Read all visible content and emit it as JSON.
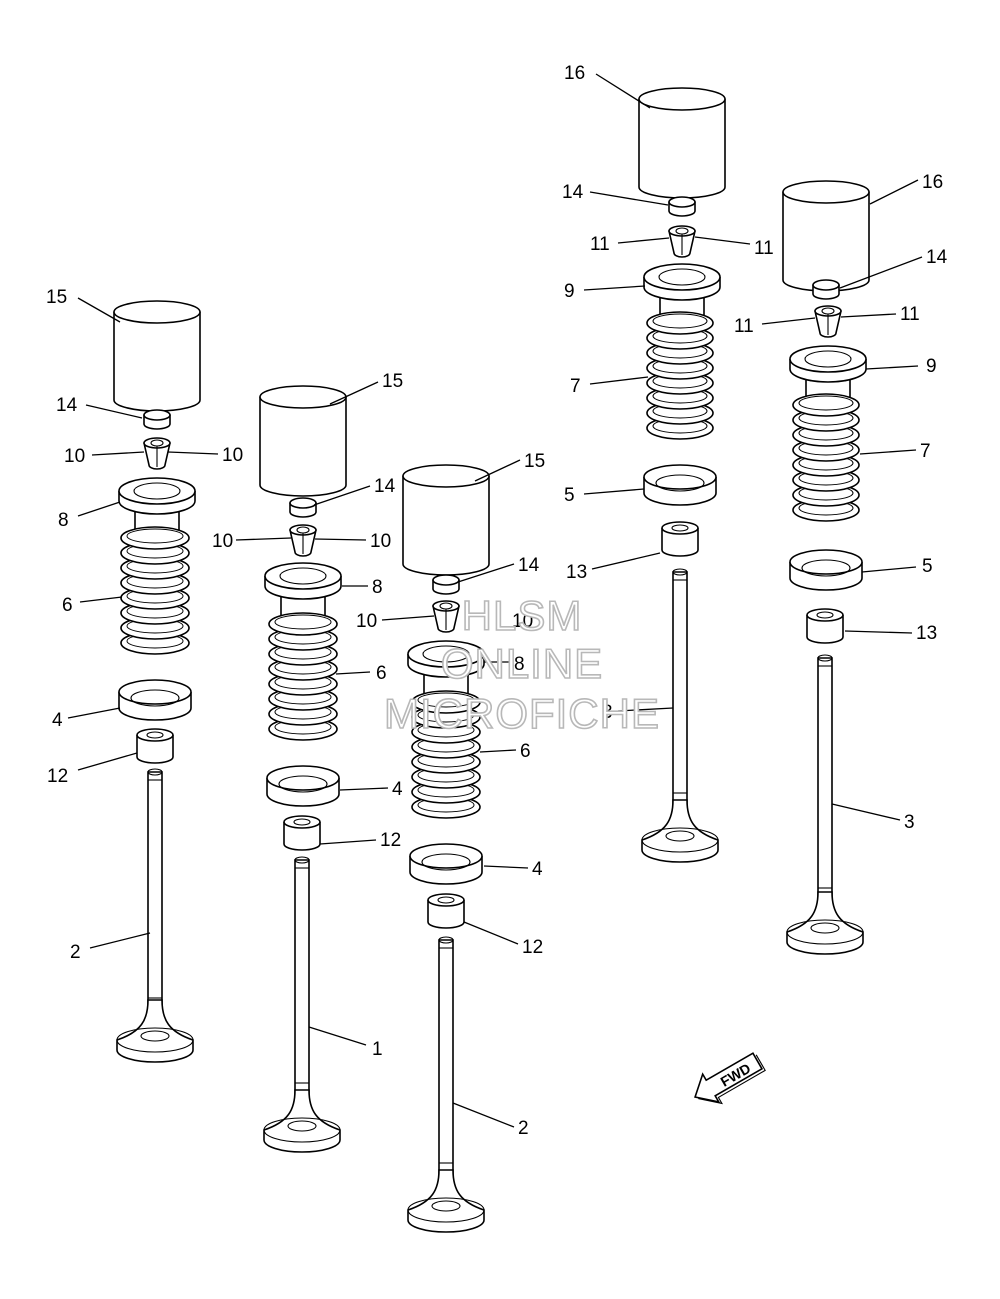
{
  "labels": {
    "p1": "1",
    "p2": "2",
    "p3": "3",
    "p4": "4",
    "p5": "5",
    "p6": "6",
    "p7": "7",
    "p8": "8",
    "p9": "9",
    "p10": "10",
    "p11": "11",
    "p12": "12",
    "p13": "13",
    "p14": "14",
    "p15": "15",
    "p16": "16"
  },
  "watermark": {
    "line1": "HLSM",
    "line2": "ONLINE",
    "line3": "MICROFICHE"
  },
  "fwd_label": "FWD"
}
